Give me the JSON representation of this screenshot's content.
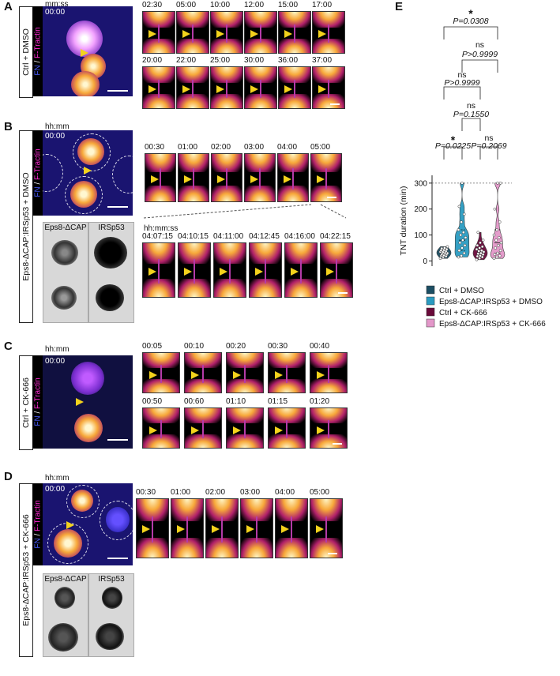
{
  "panels": {
    "A": {
      "letter": "A",
      "condition": "Ctrl + DMSO",
      "time_format": "mm:ss",
      "main_time": "00:00",
      "frames": [
        "02:30",
        "05:00",
        "10:00",
        "12:00",
        "15:00",
        "17:00",
        "20:00",
        "22:00",
        "25:00",
        "30:00",
        "36:00",
        "37:00"
      ]
    },
    "B": {
      "letter": "B",
      "condition": "Eps8-ΔCAP:IRSp53 + DMSO",
      "time_format": "hh:mm",
      "main_time": "00:00",
      "frames": [
        "00:30",
        "01:00",
        "02:00",
        "03:00",
        "04:00",
        "05:00"
      ],
      "zoom_format": "hh:mm:ss",
      "zoom_frames": [
        "04:07:15",
        "04:10:15",
        "04:11:00",
        "04:12:45",
        "04:16:00",
        "04:22:15"
      ],
      "gray_labels": [
        "Eps8-ΔCAP",
        "IRSp53"
      ]
    },
    "C": {
      "letter": "C",
      "condition": "Ctrl + CK-666",
      "time_format": "hh:mm",
      "main_time": "00:00",
      "frames": [
        "00:05",
        "00:10",
        "00:20",
        "00:30",
        "00:40",
        "00:50",
        "00:60",
        "01:10",
        "01:15",
        "01:20"
      ]
    },
    "D": {
      "letter": "D",
      "condition": "Eps8-ΔCAP:IRSp53 + CK-666",
      "time_format": "hh:mm",
      "main_time": "00:00",
      "frames": [
        "00:30",
        "01:00",
        "02:00",
        "03:00",
        "04:00",
        "05:00"
      ],
      "gray_labels": [
        "Eps8-ΔCAP",
        "IRSp53"
      ]
    },
    "E": {
      "letter": "E"
    }
  },
  "channel_labels": {
    "fn": "FN",
    "sep": " / ",
    "ftractin": "F-Tractin"
  },
  "chart_data": {
    "type": "violin",
    "ylabel": "TNT duration (min)",
    "ylim": [
      -20,
      330
    ],
    "yticks": [
      0,
      100,
      200,
      300
    ],
    "reference_line": 300,
    "series": [
      {
        "name": "Ctrl + DMSO",
        "color": "#1c4e63",
        "values": [
          10,
          15,
          18,
          20,
          22,
          25,
          25,
          28,
          30,
          30,
          32,
          35,
          35,
          38,
          40,
          42,
          45,
          48,
          50,
          55
        ]
      },
      {
        "name": "Eps8-ΔCAP:IRSp53 + DMSO",
        "color": "#2a9bc1",
        "values": [
          15,
          20,
          30,
          40,
          50,
          60,
          70,
          80,
          90,
          100,
          110,
          120,
          150,
          180,
          210,
          300
        ]
      },
      {
        "name": "Ctrl + CK-666",
        "color": "#6a0a3a",
        "values": [
          5,
          10,
          15,
          18,
          20,
          25,
          28,
          30,
          35,
          38,
          40,
          45,
          50,
          55,
          60,
          70,
          80,
          110
        ]
      },
      {
        "name": "Eps8-ΔCAP:IRSp53 + CK-666",
        "color": "#e397c9",
        "values": [
          10,
          15,
          20,
          25,
          30,
          40,
          50,
          60,
          70,
          80,
          90,
          100,
          120,
          150,
          200,
          300,
          300
        ]
      }
    ],
    "comparisons": [
      {
        "from": 0,
        "to": 1,
        "label": "P=0.0225",
        "star": "*"
      },
      {
        "from": 2,
        "to": 3,
        "label": "P=0.2069",
        "star": "ns"
      },
      {
        "from": 1,
        "to": 2,
        "label": "P=0.1550",
        "star": "ns"
      },
      {
        "from": 0,
        "to": 2,
        "label": "P>0.9999",
        "star": "ns"
      },
      {
        "from": 1,
        "to": 3,
        "label": "P>0.9999",
        "star": "ns"
      },
      {
        "from": 0,
        "to": 3,
        "label": "P=0.0308",
        "star": "*"
      }
    ]
  }
}
